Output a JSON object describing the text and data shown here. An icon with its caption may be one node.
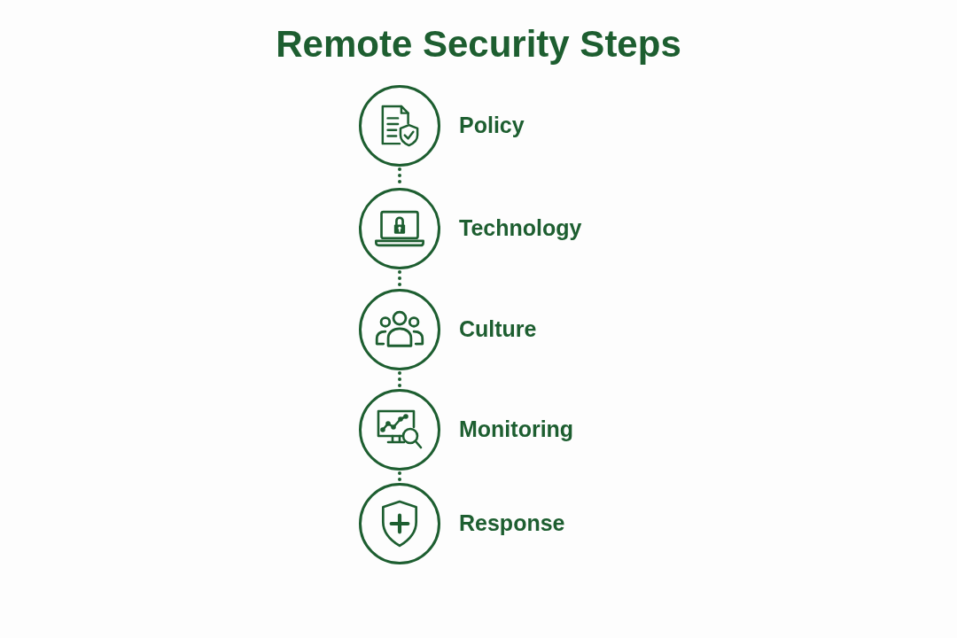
{
  "diagram": {
    "title": "Remote Security Steps",
    "nodes": [
      {
        "text": [],
        "shape": "circle",
        "beside": [
          "Policy"
        ]
      },
      {
        "text": [],
        "shape": "circle",
        "beside": [
          "Technology"
        ]
      },
      {
        "text": [],
        "shape": "circle",
        "beside": [
          "Culture"
        ]
      },
      {
        "text": [],
        "shape": "circle",
        "beside": [
          "Monitoring"
        ]
      },
      {
        "text": [],
        "shape": "circle",
        "beside": [
          "Response"
        ]
      }
    ],
    "edges": [
      {
        "from": 0,
        "to": 1,
        "arrow": "none",
        "style": "dashed"
      },
      {
        "from": 1,
        "to": 2,
        "arrow": "none",
        "style": "dashed"
      },
      {
        "from": 2,
        "to": 3,
        "arrow": "none",
        "style": "dashed"
      },
      {
        "from": 3,
        "to": 4,
        "arrow": "none",
        "style": "dashed"
      }
    ]
  }
}
